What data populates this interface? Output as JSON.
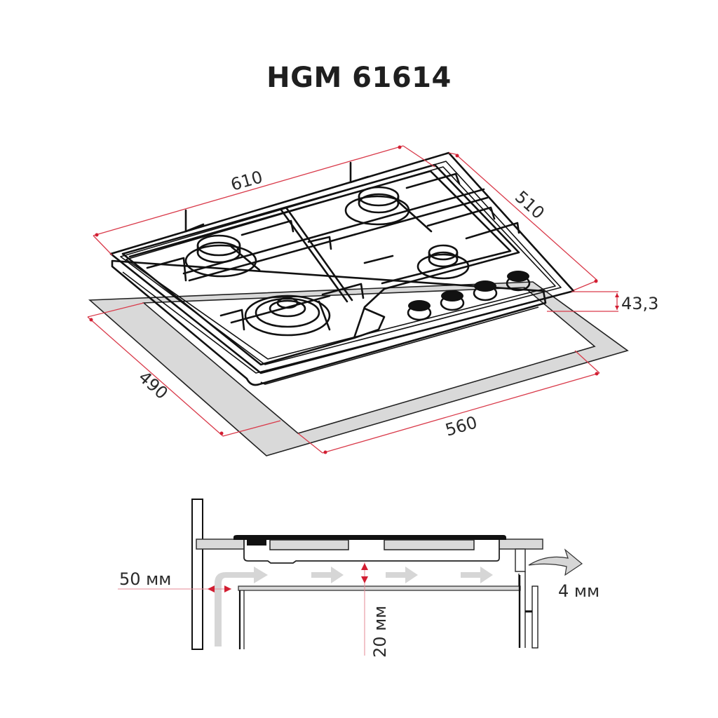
{
  "title": "HGM 61614",
  "colors": {
    "dimension_line": "#d93a4a",
    "arrow_head": "#d21e32",
    "cutout_fill": "#d9d9d9",
    "airflow_arrow": "#d6d6d6",
    "outline": "#111111",
    "text": "#2a2a2a"
  },
  "isometric_view": {
    "hob_dimensions": {
      "width": "610",
      "depth": "510",
      "height": "43,3"
    },
    "cutout_dimensions": {
      "depth": "490",
      "width": "560"
    },
    "burners": 4,
    "control_knobs": 4
  },
  "installation_view": {
    "side_clearance": "50 мм",
    "air_gap": "20 мм",
    "rear_gap": "4 мм"
  }
}
